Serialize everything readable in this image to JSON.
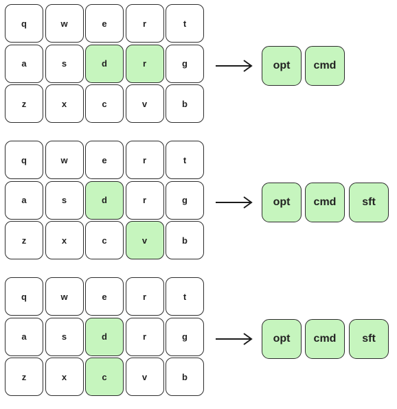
{
  "keyboard_rows": [
    [
      "q",
      "w",
      "e",
      "r",
      "t"
    ],
    [
      "a",
      "s",
      "d",
      "r",
      "g"
    ],
    [
      "z",
      "x",
      "c",
      "v",
      "b"
    ]
  ],
  "colors": {
    "highlight": "#c6f5be",
    "key_bg": "#ffffff",
    "border": "#2b2b2b"
  },
  "icons": {
    "arrow": "right-arrow-icon"
  },
  "mappings": [
    {
      "highlighted": [
        "1-2",
        "1-3"
      ],
      "modifiers": [
        "opt",
        "cmd"
      ]
    },
    {
      "highlighted": [
        "1-2",
        "2-3"
      ],
      "modifiers": [
        "opt",
        "cmd",
        "sft"
      ]
    },
    {
      "highlighted": [
        "1-2",
        "2-2"
      ],
      "modifiers": [
        "opt",
        "cmd",
        "sft"
      ]
    }
  ]
}
